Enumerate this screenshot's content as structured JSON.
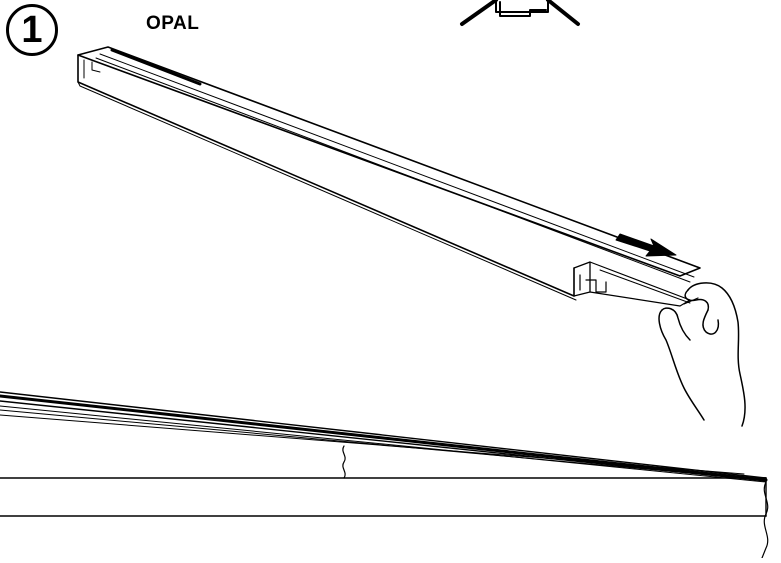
{
  "step": {
    "number": "1"
  },
  "diffuser": {
    "label": "OPAL"
  },
  "icons": [
    "step-number-icon",
    "mounted-fixture-icon",
    "pull-direction-arrow",
    "hand-icon"
  ],
  "colors": {
    "ink": "#000000",
    "background": "#ffffff"
  }
}
